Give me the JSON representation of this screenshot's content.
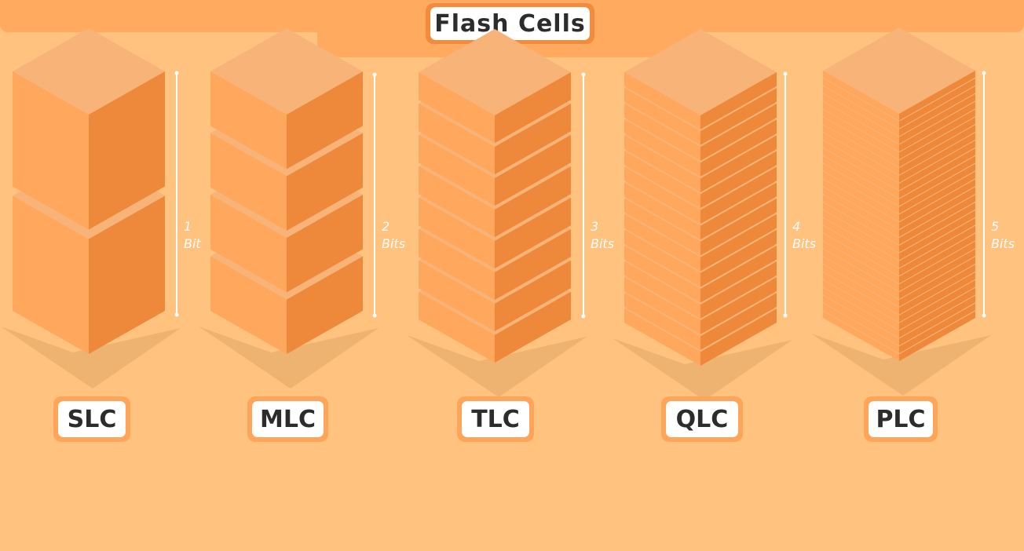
{
  "title": "Flash Cells",
  "colors": {
    "background": "#FFC27F",
    "banner": "#FFAA5E",
    "cube_top": "#F8B378",
    "cube_left": "#FFA75C",
    "cube_right": "#EE883A",
    "shadow": "#E8AC6C"
  },
  "cells": [
    {
      "label": "SLC",
      "bits": 1,
      "measure_line1": "1",
      "measure_line2": "Bit"
    },
    {
      "label": "MLC",
      "bits": 2,
      "measure_line1": "2",
      "measure_line2": "Bits"
    },
    {
      "label": "TLC",
      "bits": 3,
      "measure_line1": "3",
      "measure_line2": "Bits"
    },
    {
      "label": "QLC",
      "bits": 4,
      "measure_line1": "4",
      "measure_line2": "Bits"
    },
    {
      "label": "PLC",
      "bits": 5,
      "measure_line1": "5",
      "measure_line2": "Bits"
    }
  ]
}
